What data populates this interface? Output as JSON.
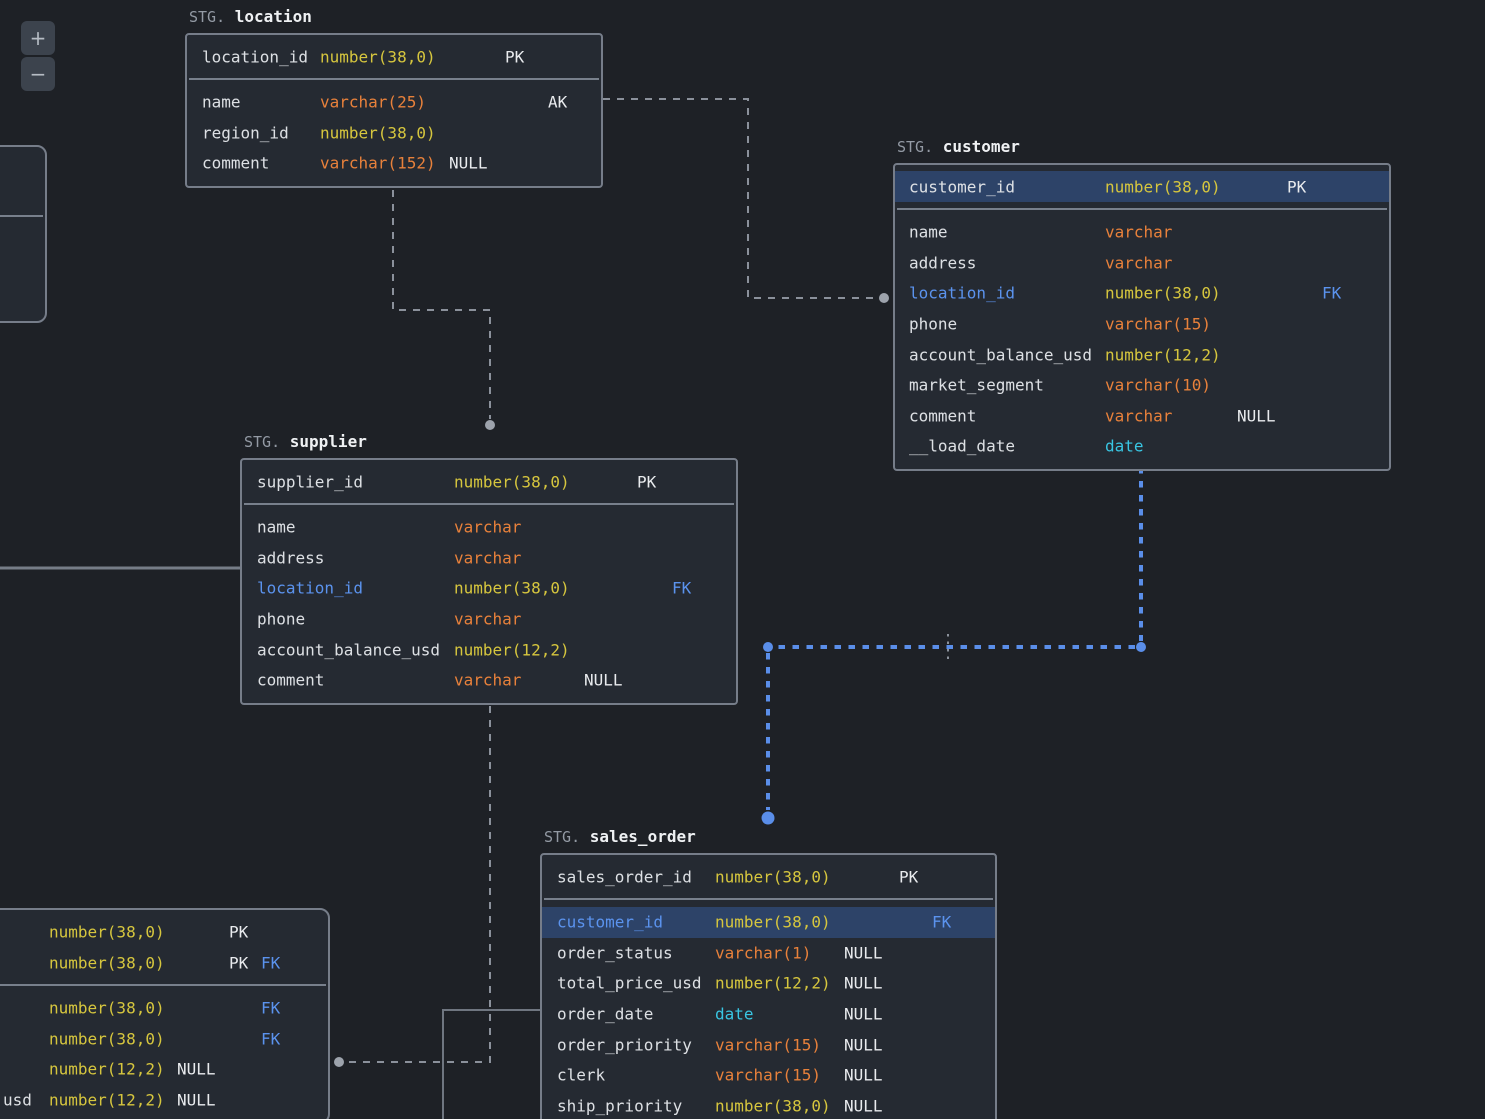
{
  "canvas": {
    "background": "#1e2126"
  },
  "zoom_controls": {
    "zoom_in_label": "+",
    "zoom_out_label": "−"
  },
  "colors": {
    "canvas-bg": "#1e2126",
    "table-bg": "#252a32",
    "table-border": "#767d89",
    "row-highlight": "#2d4368",
    "col-name": "#dde0e4",
    "fk-name": "#5b93ee",
    "type-number": "#d6c63e",
    "type-varchar": "#e8813b",
    "type-date": "#39c6e3",
    "flag-white": "#e9ebee",
    "flag-fk": "#5b93ee",
    "schema-prefix": "#939aa4",
    "table-name": "#eff1f3",
    "line-gray": "#8b919b",
    "dot-gray": "#9da3ac",
    "line-blue": "#5a8ee9",
    "button-bg": "#3c434d",
    "button-fg": "#b6bcc4"
  },
  "tables": [
    {
      "id": "location",
      "schema": "STG.",
      "name": "location",
      "pk_rows": [
        {
          "name": "location_id",
          "type": "number(38,0)",
          "kind": "number",
          "pk": "PK"
        }
      ],
      "rows": [
        {
          "name": "name",
          "type": "varchar(25)",
          "kind": "varchar",
          "key2": "AK"
        },
        {
          "name": "region_id",
          "type": "number(38,0)",
          "kind": "number"
        },
        {
          "name": "comment",
          "type": "varchar(152)",
          "kind": "varchar",
          "nullable": "NULL"
        }
      ]
    },
    {
      "id": "customer",
      "schema": "STG.",
      "name": "customer",
      "pk_rows": [
        {
          "name": "customer_id",
          "type": "number(38,0)",
          "kind": "number",
          "pk": "PK",
          "highlighted": true
        }
      ],
      "rows": [
        {
          "name": "name",
          "type": "varchar",
          "kind": "varchar"
        },
        {
          "name": "address",
          "type": "varchar",
          "kind": "varchar"
        },
        {
          "name": "location_id",
          "fk_name": true,
          "type": "number(38,0)",
          "kind": "number",
          "key2": "FK"
        },
        {
          "name": "phone",
          "type": "varchar(15)",
          "kind": "varchar"
        },
        {
          "name": "account_balance_usd",
          "type": "number(12,2)",
          "kind": "number"
        },
        {
          "name": "market_segment",
          "type": "varchar(10)",
          "kind": "varchar"
        },
        {
          "name": "comment",
          "type": "varchar",
          "kind": "varchar",
          "nullable": "NULL"
        },
        {
          "name": "__load_date",
          "type": "date",
          "kind": "date"
        }
      ]
    },
    {
      "id": "supplier",
      "schema": "STG.",
      "name": "supplier",
      "pk_rows": [
        {
          "name": "supplier_id",
          "type": "number(38,0)",
          "kind": "number",
          "pk": "PK"
        }
      ],
      "rows": [
        {
          "name": "name",
          "type": "varchar",
          "kind": "varchar"
        },
        {
          "name": "address",
          "type": "varchar",
          "kind": "varchar"
        },
        {
          "name": "location_id",
          "fk_name": true,
          "type": "number(38,0)",
          "kind": "number",
          "key2": "FK"
        },
        {
          "name": "phone",
          "type": "varchar",
          "kind": "varchar"
        },
        {
          "name": "account_balance_usd",
          "type": "number(12,2)",
          "kind": "number"
        },
        {
          "name": "comment",
          "type": "varchar",
          "kind": "varchar",
          "nullable": "NULL"
        }
      ]
    },
    {
      "id": "sales_order",
      "schema": "STG.",
      "name": "sales_order",
      "pk_rows": [
        {
          "name": "sales_order_id",
          "type": "number(38,0)",
          "kind": "number",
          "pk": "PK"
        }
      ],
      "rows": [
        {
          "name": "customer_id",
          "fk_name": true,
          "type": "number(38,0)",
          "kind": "number",
          "key2": "FK",
          "highlighted": true
        },
        {
          "name": "order_status",
          "type": "varchar(1)",
          "kind": "varchar",
          "nullable": "NULL"
        },
        {
          "name": "total_price_usd",
          "type": "number(12,2)",
          "kind": "number",
          "nullable": "NULL"
        },
        {
          "name": "order_date",
          "type": "date",
          "kind": "date",
          "nullable": "NULL"
        },
        {
          "name": "order_priority",
          "type": "varchar(15)",
          "kind": "varchar",
          "nullable": "NULL"
        },
        {
          "name": "clerk",
          "type": "varchar(15)",
          "kind": "varchar",
          "nullable": "NULL"
        },
        {
          "name": "ship_priority",
          "type": "number(38,0)",
          "kind": "number",
          "nullable": "NULL"
        }
      ]
    },
    {
      "id": "partial_bl",
      "schema": "",
      "name": "",
      "pk_rows": [
        {
          "type": "number(38,0)",
          "kind": "number",
          "pk": "PK"
        },
        {
          "type": "number(38,0)",
          "kind": "number",
          "pk": "PK",
          "key2": "FK"
        }
      ],
      "rows": [
        {
          "type": "number(38,0)",
          "kind": "number",
          "key2": "FK"
        },
        {
          "type": "number(38,0)",
          "kind": "number",
          "key2": "FK"
        },
        {
          "type": "number(12,2)",
          "kind": "number",
          "nullable": "NULL"
        },
        {
          "name": "usd",
          "type": "number(12,2)",
          "kind": "number",
          "nullable": "NULL"
        }
      ]
    },
    {
      "id": "partial_tl",
      "schema": "",
      "name": "",
      "pk_rows": [],
      "rows": []
    }
  ],
  "connections": [
    {
      "between": "location and supplier",
      "style": "dashed-gray"
    },
    {
      "between": "location and customer",
      "style": "dashed-gray"
    },
    {
      "between": "customer and sales_order",
      "style": "dotted-blue-selected"
    },
    {
      "between": "supplier and left table",
      "style": "dashed-gray"
    },
    {
      "between": "sales_order and offscreen table",
      "style": "solid-gray"
    },
    {
      "between": "supplier and offscreen table",
      "style": "solid-gray"
    }
  ]
}
